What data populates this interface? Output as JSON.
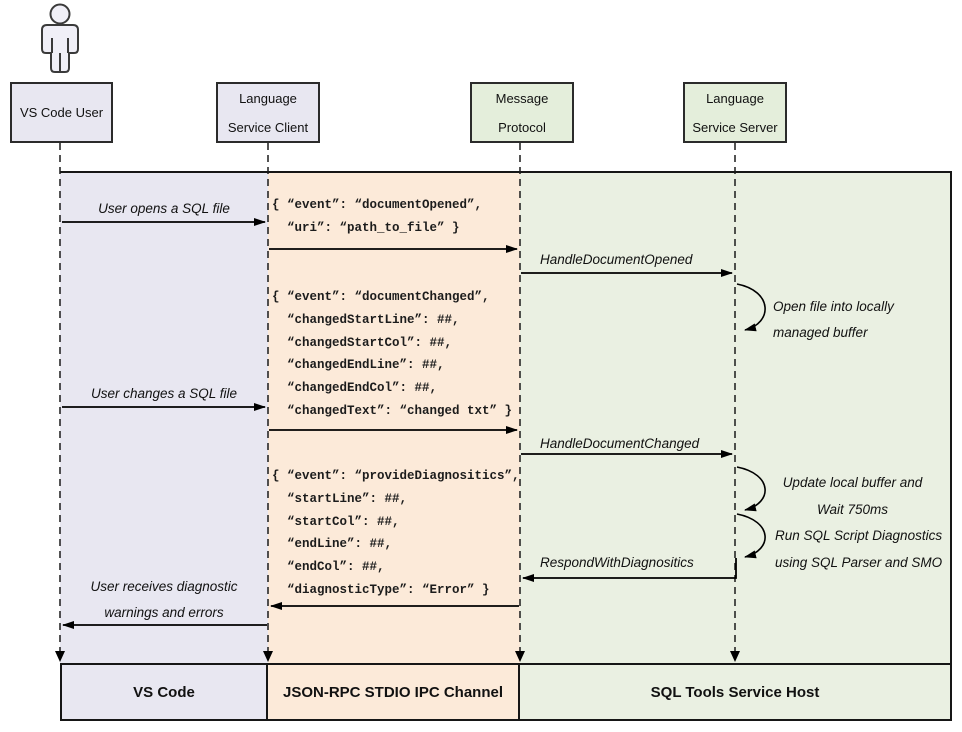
{
  "actors": {
    "user": "VS Code User",
    "client": "Language\nService Client",
    "protocol": "Message\nProtocol",
    "server": "Language\nService Server"
  },
  "lanes": {
    "user": {
      "label": "VS Code",
      "color": "#e8e7f1"
    },
    "ipc": {
      "label": "JSON-RPC STDIO IPC Channel",
      "color": "#fcead9"
    },
    "host": {
      "label": "SQL Tools Service Host",
      "color": "#eaf0e2"
    }
  },
  "messages": {
    "open_file": "User opens a SQL file",
    "change_file": "User changes a SQL file",
    "receive_diag": "User receives diagnostic\nwarnings and errors",
    "handle_opened": "HandleDocumentOpened",
    "handle_changed": "HandleDocumentChanged",
    "respond_diag": "RespondWithDiagnositics"
  },
  "payloads": {
    "document_opened": "{ “event”: “documentOpened”,\n  “uri”: “path_to_file” }",
    "document_changed": "{ “event”: “documentChanged”,\n  “changedStartLine”: ##,\n  “changedStartCol”: ##,\n  “changedEndLine”: ##,\n  “changedEndCol”: ##,\n  “changedText”: “changed txt” }",
    "provide_diagnostics": "{ “event”: “provideDiagnositics”,\n  “startLine”: ##,\n  “startCol”: ##,\n  “endLine”: ##,\n  “endCol”: ##,\n  “diagnosticType”: “Error” }"
  },
  "notes": {
    "open_buffer": "Open file into locally\nmanaged buffer",
    "update_wait": "Update local buffer and\nWait 750ms",
    "run_diag": "Run SQL Script Diagnostics\nusing SQL Parser and SMO"
  }
}
